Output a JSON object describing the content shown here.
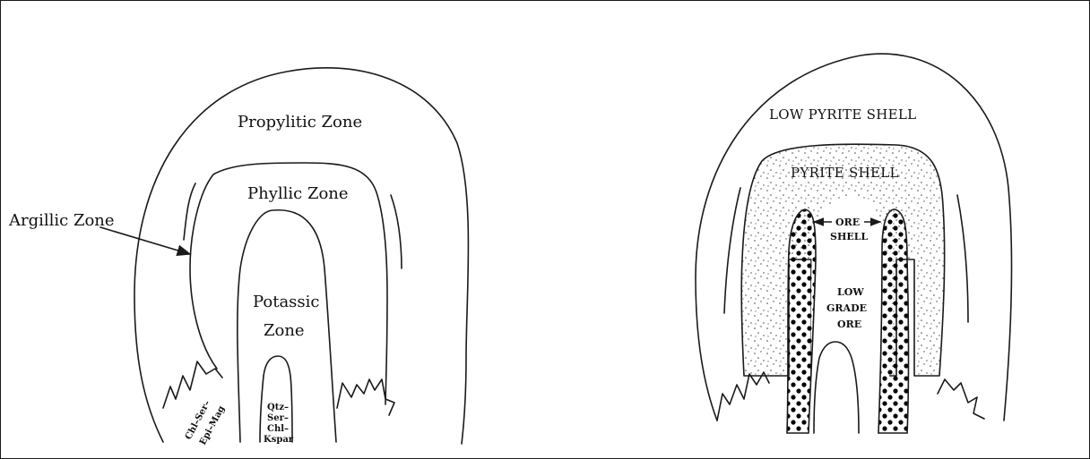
{
  "left_diagram": {
    "labels": {
      "propylitic": "Propylitic Zone",
      "phyllic": "Phyllic Zone",
      "argillic": "Argillic Zone",
      "potassic_1": "Potassic",
      "potassic_2": "Zone",
      "side_mineral_1": "Chl–Ser–",
      "side_mineral_2": "Epi–Mag",
      "core_mineral_1": "Qtz–",
      "core_mineral_2": "Ser–",
      "core_mineral_3": "Chl–",
      "core_mineral_4": "Kspar"
    }
  },
  "right_diagram": {
    "labels": {
      "low_pyrite": "LOW PYRITE SHELL",
      "pyrite": "PYRITE SHELL",
      "ore_1": "ORE",
      "ore_2": "SHELL",
      "low_grade_1": "LOW",
      "low_grade_2": "GRADE",
      "low_grade_3": "ORE"
    }
  },
  "colors": {
    "line": "#1a1a1a",
    "background": "#ffffff",
    "stipple": "#444444",
    "ore_dots": "#000000"
  }
}
